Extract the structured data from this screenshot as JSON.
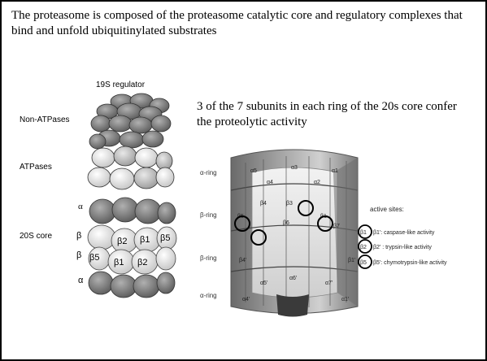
{
  "slide": {
    "title": "The proteasome is composed of the proteasome  catalytic core  and regulatory complexes that bind and unfold ubiquitinylated substrates",
    "caption": "3 of the 7 subunits in each ring of the 20s core confer the proteolytic activity"
  },
  "left_figure": {
    "regulator_label": "19S regulator",
    "non_atpases_label": "Non-ATPases",
    "atpases_label": "ATPases",
    "core_label": "20S core",
    "ring_labels": [
      "α",
      "β",
      "β",
      "α"
    ],
    "subunit_row1": [
      "β2",
      "β1",
      "β5"
    ],
    "subunit_row2": [
      "β5",
      "β1",
      "β2"
    ]
  },
  "right_figure": {
    "ring_labels": [
      "α-ring",
      "β-ring",
      "β-ring",
      "α-ring"
    ],
    "alpha_top": [
      "α5",
      "α3",
      "α1",
      "α4",
      "α2"
    ],
    "beta_mid": [
      "β3",
      "β4",
      "β5",
      "β1",
      "β6",
      "β7"
    ],
    "beta_low": [
      "β4'",
      "β1'"
    ],
    "alpha_bottom": [
      "α5'",
      "α6'",
      "α7'",
      "α4'",
      "α1'"
    ],
    "active_sites_title": "active sites:",
    "active_sites": [
      {
        "code": "β1",
        "text": "β1': caspase-like activity"
      },
      {
        "code": "β2",
        "text": "β2' : trypsin-like activity"
      },
      {
        "code": "β5",
        "text": "β5': chymotrypsin-like activity"
      }
    ]
  }
}
